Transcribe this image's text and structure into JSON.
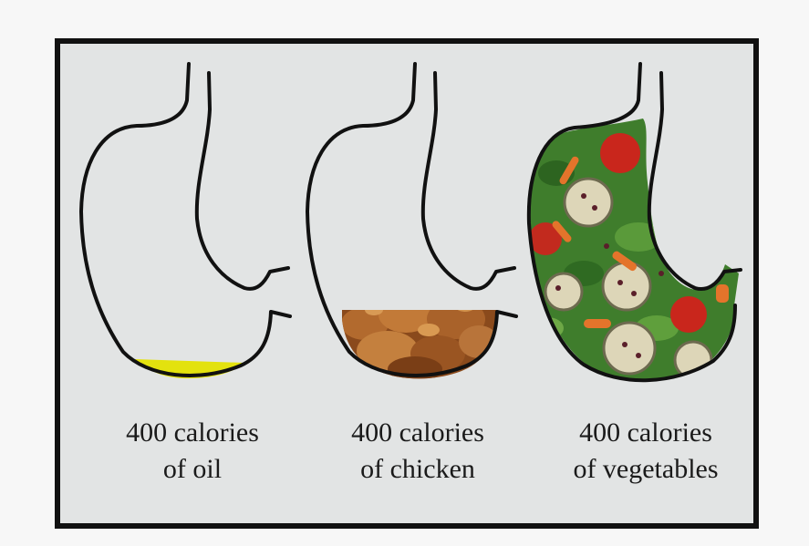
{
  "panels": [
    {
      "id": "oil",
      "line1": "400 calories",
      "line2": "of oil"
    },
    {
      "id": "chicken",
      "line1": "400 calories",
      "line2": "of chicken"
    },
    {
      "id": "vegetables",
      "line1": "400 calories",
      "line2": "of vegetables"
    }
  ],
  "colors": {
    "frame_border": "#111111",
    "frame_fill": "#e2e4e4",
    "oil": "#e3e20e",
    "chicken": "#a8612a",
    "greens": "#3f7d2c",
    "tomato": "#c9261c",
    "eggplant": "#ddd6b8",
    "carrot": "#e4742b"
  },
  "icons": [
    "stomach-outline-icon",
    "oil-fill-icon",
    "fried-chicken-icon",
    "vegetable-salad-icon"
  ]
}
